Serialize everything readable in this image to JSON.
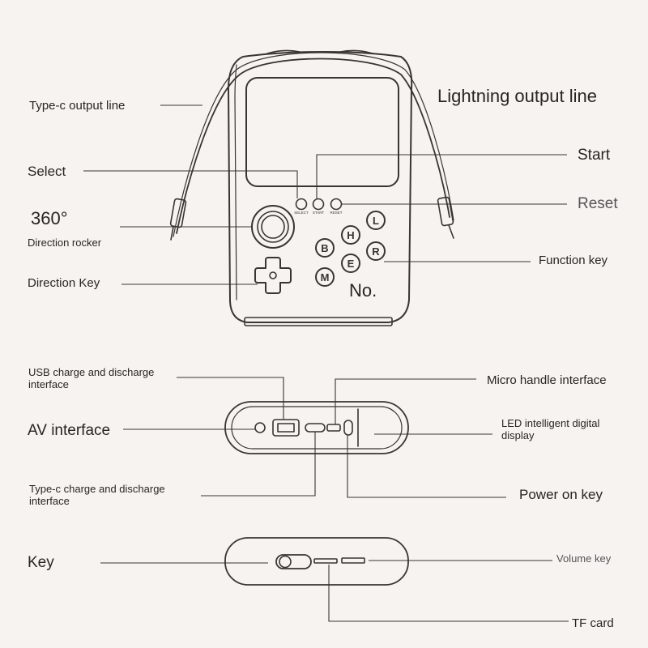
{
  "labels": {
    "type_c_output_line": "Type-c output line",
    "lightning_output_line": "Lightning output line",
    "select": "Select",
    "start": "Start",
    "reset": "Reset",
    "degree_360": "360°",
    "direction_rocker": "Direction rocker",
    "function_key": "Function key",
    "direction_key": "Direction Key",
    "no": "No.",
    "usb_charge": "USB charge and discharge interface",
    "micro_handle": "Micro handle interface",
    "av_interface": "AV interface",
    "led_display": "LED intelligent digital display",
    "type_c_charge": "Type-c charge and discharge interface",
    "power_on_key": "Power on key",
    "key": "Key",
    "volume_key": "Volume key",
    "tf_card": "TF card"
  },
  "device": {
    "button_labels": {
      "select": "SELECT",
      "start": "START",
      "reset": "RESET"
    },
    "face_buttons": [
      "L",
      "H",
      "R",
      "B",
      "E",
      "M"
    ]
  }
}
